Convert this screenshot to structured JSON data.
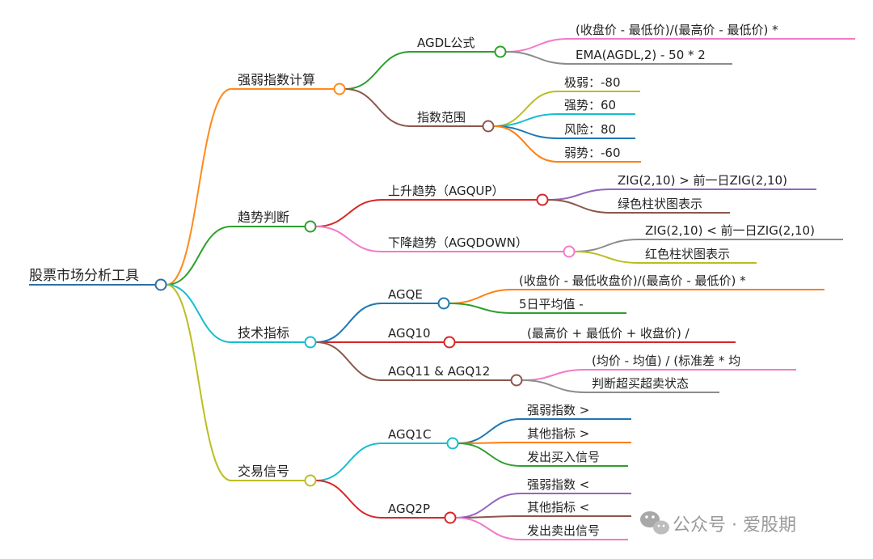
{
  "root": {
    "label": "股票市场分析工具",
    "color": "#2e6fa5"
  },
  "branches": [
    {
      "label": "强弱指数计算",
      "color": "#ff8a1c",
      "children": [
        {
          "label": "AGDL公式",
          "color": "#2ca02c",
          "children": [
            {
              "label": "(收盘价 - 最低价)/(最高价 - 最低价) *",
              "color": "#f27ac9"
            },
            {
              "label": "EMA(AGDL,2) - 50 * 2",
              "color": "#8c8c8c"
            }
          ]
        },
        {
          "label": "指数范围",
          "color": "#8c564b",
          "children": [
            {
              "label": "极弱：-80",
              "color": "#bcbd22"
            },
            {
              "label": "强势：60",
              "color": "#17becf"
            },
            {
              "label": "风险：80",
              "color": "#1f77b4"
            },
            {
              "label": "弱势：-60",
              "color": "#ff7f0e"
            }
          ]
        }
      ]
    },
    {
      "label": "趋势判断",
      "color": "#2ca02c",
      "children": [
        {
          "label": "上升趋势（AGQUP）",
          "color": "#d62728",
          "children": [
            {
              "label": "ZIG(2,10) > 前一日ZIG(2,10)",
              "color": "#9467bd"
            },
            {
              "label": "绿色柱状图表示",
              "color": "#8c564b"
            }
          ]
        },
        {
          "label": "下降趋势（AGQDOWN）",
          "color": "#f27ac9",
          "children": [
            {
              "label": "ZIG(2,10) < 前一日ZIG(2,10)",
              "color": "#8c8c8c"
            },
            {
              "label": "红色柱状图表示",
              "color": "#bcbd22"
            }
          ]
        }
      ]
    },
    {
      "label": "技术指标",
      "color": "#17becf",
      "children": [
        {
          "label": "AGQE",
          "color": "#1f77b4",
          "children": [
            {
              "label": "(收盘价 - 最低收盘价)/(最高价 - 最低价) *",
              "color": "#ff7f0e"
            },
            {
              "label": "5日平均值 -",
              "color": "#2ca02c"
            }
          ]
        },
        {
          "label": "AGQ10",
          "color": "#d62728",
          "children": [
            {
              "label": "(最高价 + 最低价 + 收盘价) /",
              "color": "#d62728"
            }
          ]
        },
        {
          "label": "AGQ11 & AGQ12",
          "color": "#8c564b",
          "children": [
            {
              "label": "(均价 - 均值) / (标准差 * 均",
              "color": "#f27ac9"
            },
            {
              "label": "判断超买超卖状态",
              "color": "#8c8c8c"
            }
          ]
        }
      ]
    },
    {
      "label": "交易信号",
      "color": "#bcbd22",
      "children": [
        {
          "label": "AGQ1C",
          "color": "#17becf",
          "children": [
            {
              "label": "强弱指数 >",
              "color": "#1f77b4"
            },
            {
              "label": "其他指标 >",
              "color": "#ff7f0e"
            },
            {
              "label": "发出买入信号",
              "color": "#2ca02c"
            }
          ]
        },
        {
          "label": "AGQ2P",
          "color": "#d62728",
          "children": [
            {
              "label": "强弱指数 <",
              "color": "#9467bd"
            },
            {
              "label": "其他指标 <",
              "color": "#8c564b"
            },
            {
              "label": "发出卖出信号",
              "color": "#f27ac9"
            }
          ]
        }
      ]
    }
  ],
  "watermark": {
    "text": "公众号 · 爱股期",
    "icon": "wechat-icon"
  }
}
